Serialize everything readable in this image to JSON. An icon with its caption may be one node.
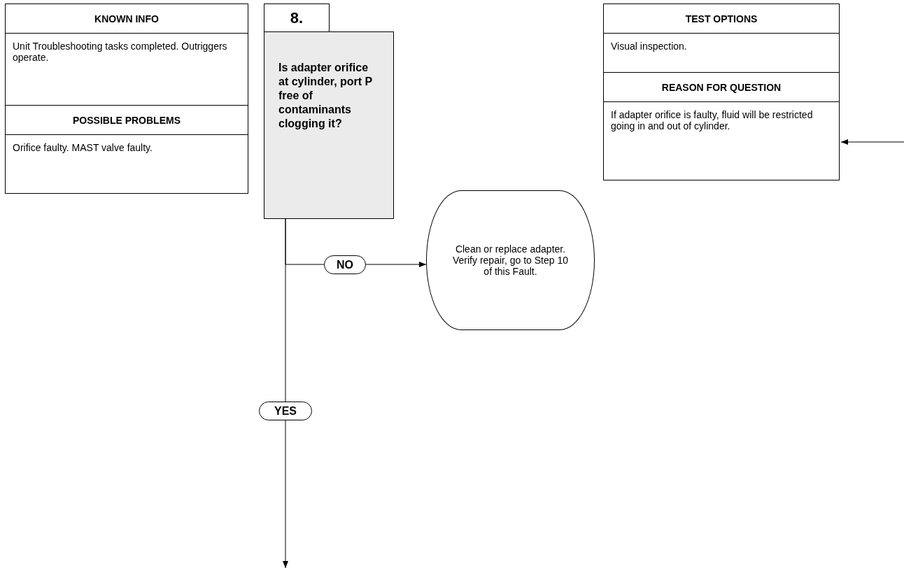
{
  "diagram": {
    "nodes": [
      {
        "text": [
          "KNOWN INFO",
          "Unit Troubleshooting tasks completed. Outriggers operate."
        ]
      },
      {
        "text": [
          "POSSIBLE PROBLEMS",
          "Orifice faulty. MAST valve faulty."
        ]
      },
      {
        "text": [
          "8."
        ]
      },
      {
        "text": [
          "Is adapter orifice at cylinder, port P free of contaminants clogging it?"
        ]
      },
      {
        "text": [
          "TEST OPTIONS",
          "Visual inspection."
        ]
      },
      {
        "text": [
          "REASON FOR QUESTION",
          "If adapter orifice is faulty, fluid will be restricted going in and out of cylinder."
        ]
      },
      {
        "text": [
          "Clean or replace adapter. Verify repair, go to Step 10 of this Fault."
        ]
      }
    ],
    "edges": [
      {
        "from": 3,
        "to": 6,
        "arrow": "to",
        "label": "NO"
      },
      {
        "from": 3,
        "to": null,
        "arrow": "to",
        "label": "YES"
      },
      {
        "from": null,
        "to": 5,
        "arrow": "to"
      }
    ]
  }
}
